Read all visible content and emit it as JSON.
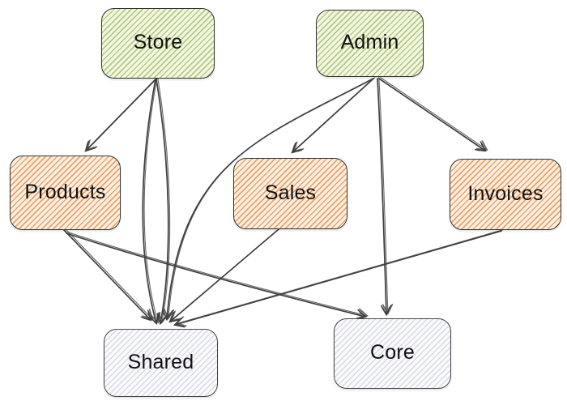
{
  "diagram": {
    "type": "dependency-graph",
    "style": "hand-drawn-hatched",
    "nodes": [
      {
        "id": "store",
        "label": "Store",
        "tier": "top",
        "fill_bg": "#f3f7e3",
        "hatch": "#b4ca83",
        "border": "#333333"
      },
      {
        "id": "admin",
        "label": "Admin",
        "tier": "top",
        "fill_bg": "#f3f7e3",
        "hatch": "#b4ca83",
        "border": "#333333"
      },
      {
        "id": "products",
        "label": "Products",
        "tier": "middle",
        "fill_bg": "#fdf0e2",
        "hatch": "#e9a269",
        "border": "#333333"
      },
      {
        "id": "sales",
        "label": "Sales",
        "tier": "middle",
        "fill_bg": "#fdf0e2",
        "hatch": "#e9a269",
        "border": "#333333"
      },
      {
        "id": "invoices",
        "label": "Invoices",
        "tier": "middle",
        "fill_bg": "#fdf0e2",
        "hatch": "#e9a269",
        "border": "#333333"
      },
      {
        "id": "shared",
        "label": "Shared",
        "tier": "bottom",
        "fill_bg": "#fbfbfd",
        "hatch": "#d8d8e6",
        "border": "#444444"
      },
      {
        "id": "core",
        "label": "Core",
        "tier": "bottom",
        "fill_bg": "#fbfbfd",
        "hatch": "#d8d8e6",
        "border": "#444444"
      }
    ],
    "edges": [
      {
        "from": "Store",
        "to": "Products"
      },
      {
        "from": "Store",
        "to": "Shared"
      },
      {
        "from": "Admin",
        "to": "Sales"
      },
      {
        "from": "Admin",
        "to": "Invoices"
      },
      {
        "from": "Admin",
        "to": "Shared"
      },
      {
        "from": "Admin",
        "to": "Core"
      },
      {
        "from": "Products",
        "to": "Shared"
      },
      {
        "from": "Products",
        "to": "Core"
      },
      {
        "from": "Sales",
        "to": "Shared"
      },
      {
        "from": "Invoices",
        "to": "Shared"
      }
    ],
    "edge_color": "#3f3f3f",
    "background": "#ffffff"
  }
}
